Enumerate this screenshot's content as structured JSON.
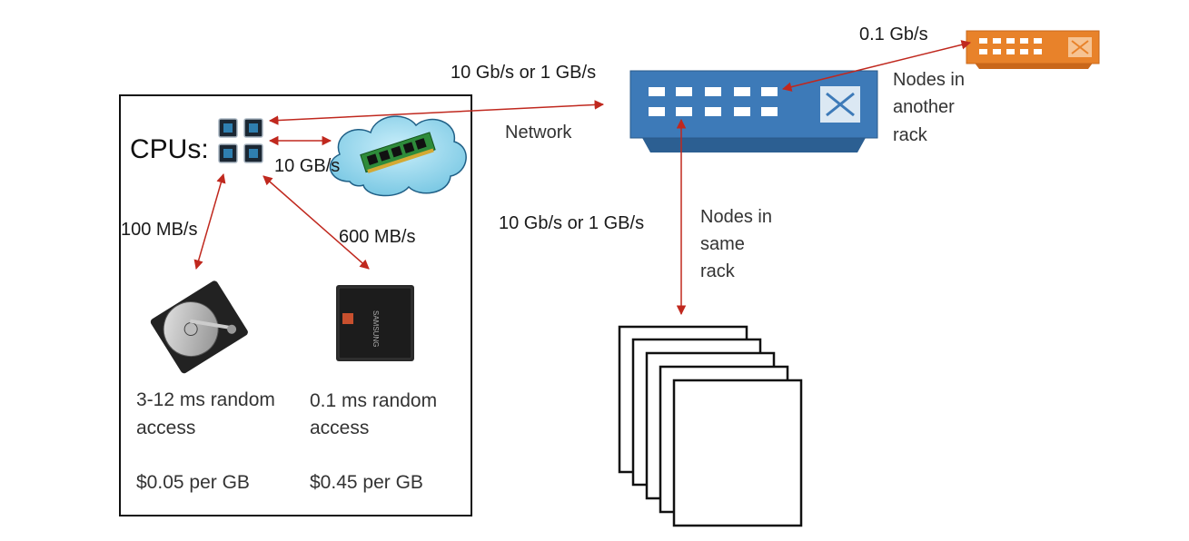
{
  "node": {
    "cpus_label": "CPUs:",
    "memory_bandwidth": "10 GB/s",
    "hdd_bandwidth": "100 MB/s",
    "ssd_bandwidth": "600 MB/s",
    "hdd": {
      "access": [
        "3-12 ms random",
        "access"
      ],
      "price": "$0.05 per GB"
    },
    "ssd": {
      "access": [
        "0.1 ms random",
        "access"
      ],
      "price": "$0.45 per GB",
      "brand": "SAMSUNG"
    }
  },
  "network": {
    "label": "Network",
    "node_link_speed": "10 Gb/s or 1 GB/s",
    "rack_link_speed": "10 Gb/s or 1 GB/s",
    "inter_rack_speed": "0.1 Gb/s",
    "another_rack_label": [
      "Nodes in",
      "another",
      "rack"
    ],
    "same_rack_label": [
      "Nodes in",
      "same",
      "rack"
    ]
  },
  "colors": {
    "arrow": "#c0281e",
    "switch_blue": "#3d7ab8",
    "switch_orange": "#e8822a",
    "cloud": "#8fd3ea"
  },
  "icons": [
    "cpu-chip-icon",
    "memory-cloud-icon",
    "hard-drive-icon",
    "ssd-icon",
    "network-switch-icon",
    "remote-switch-icon",
    "server-stack-icon"
  ]
}
